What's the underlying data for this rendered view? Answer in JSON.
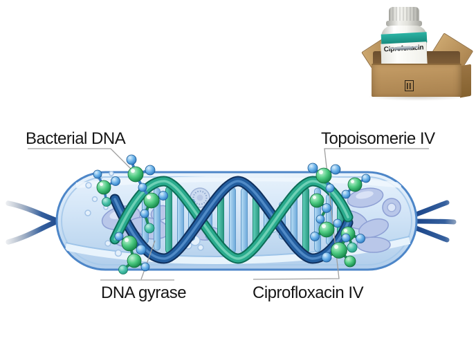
{
  "illustration": {
    "labels": {
      "bacterial_dna": "Bacterial DNA",
      "topoisomerase_iv": "Topoisomerie IV",
      "dna_gyrase": "DNA gyrase",
      "ciprofloxacin_iv": "Ciprofloxacin IV"
    }
  },
  "product": {
    "bottle_label": "Ciprofoxacin"
  },
  "colors": {
    "cell_outline": "#4d86c8",
    "cell_fill_light": "#e6f1fb",
    "cell_fill_dark": "#b3cfec",
    "dna_strand_teal": "#2aab8d",
    "dna_strand_navy": "#235e9f",
    "dna_rung_blue": "#74aedd",
    "dna_rung_teal": "#2b9c85",
    "molecule_green": "#2db56a",
    "molecule_blue": "#4a9fe0",
    "nucleoid_blob": "#b9c7e9",
    "label_text": "#161616",
    "leader_line": "#9e9e9e",
    "cardboard": "#b98e58",
    "bottle_band": "#21a094"
  }
}
